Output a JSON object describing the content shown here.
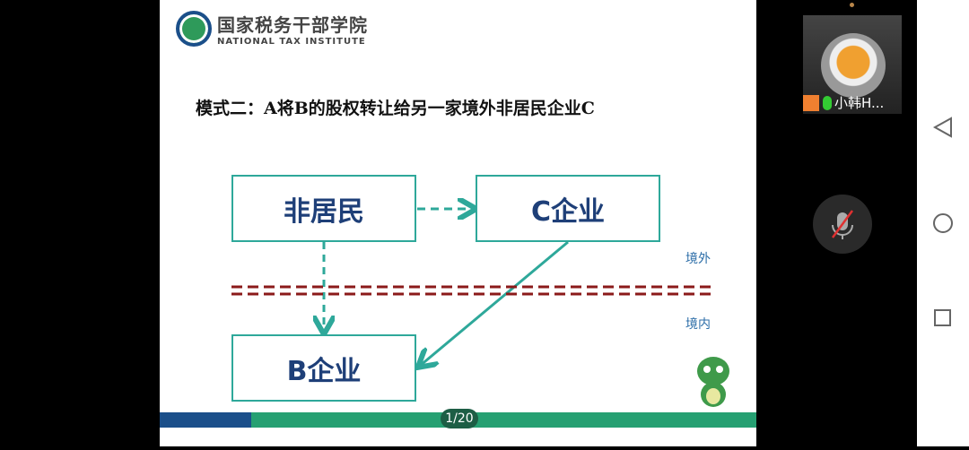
{
  "slide": {
    "logo": {
      "cn": "国家税务干部学院",
      "en": "NATIONAL TAX INSTITUTE"
    },
    "title": "模式二：A将B的股权转让给另一家境外非居民企业C",
    "boxes": {
      "nonresident": "非居民",
      "c_company": "C企业",
      "b_company": "B企业"
    },
    "labels": {
      "overseas": "境外",
      "domestic": "境内"
    },
    "page": "1/20"
  },
  "participant": {
    "name": "小韩H..."
  },
  "colors": {
    "teal": "#2ea89a",
    "navy": "#1e3f78",
    "border_line": "#8b1a1a",
    "bar_green": "#26a072",
    "bar_blue": "#1b4f8a"
  }
}
